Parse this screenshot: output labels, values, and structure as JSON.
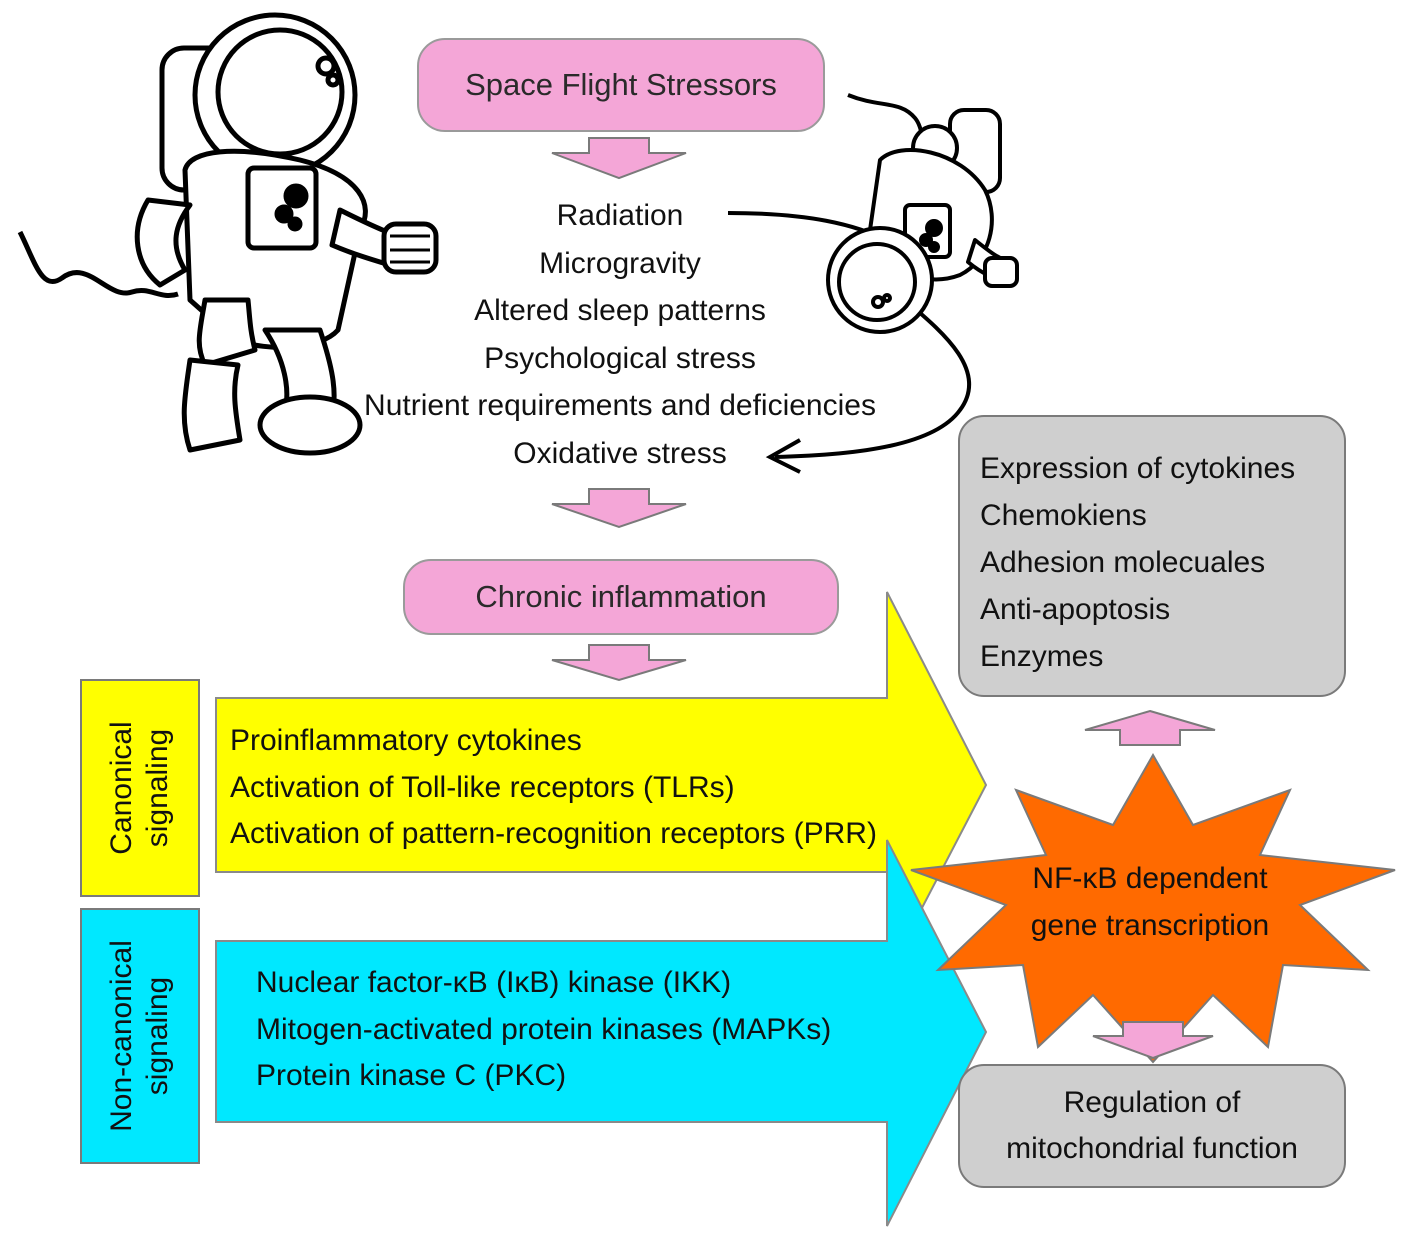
{
  "top_pill": {
    "label": "Space Flight Stressors"
  },
  "stressors": [
    "Radiation",
    "Microgravity",
    "Altered sleep patterns",
    "Psychological stress",
    "Nutrient requirements and deficiencies",
    "Oxidative stress"
  ],
  "middle_pill": {
    "label": "Chronic inflammation"
  },
  "canonical": {
    "label_line1": "Canonical",
    "label_line2": "signaling",
    "items": [
      "Proinflammatory cytokines",
      "Activation of Toll-like receptors (TLRs)",
      "Activation of pattern-recognition receptors (PRR)"
    ]
  },
  "noncanonical": {
    "label_line1": "Non-canonical",
    "label_line2": "signaling",
    "items": [
      "Nuclear factor-κB (IκB) kinase (IKK)",
      "Mitogen-activated protein kinases (MAPKs)",
      "Protein kinase C (PKC)"
    ]
  },
  "nfkb": {
    "line1": "NF-κB dependent",
    "line2": "gene transcription"
  },
  "outcomes": [
    "Expression of cytokines",
    "Chemokiens",
    "Adhesion molecuales",
    "Anti-apoptosis",
    "Enzymes"
  ],
  "mito": {
    "line1": "Regulation of",
    "line2": "mitochondrial function"
  },
  "colors": {
    "pill": "#f4a6d7",
    "canonical": "#ffff00",
    "noncanonical": "#00e8ff",
    "burst": "#ff6a00",
    "box": "#cfcfcf"
  }
}
